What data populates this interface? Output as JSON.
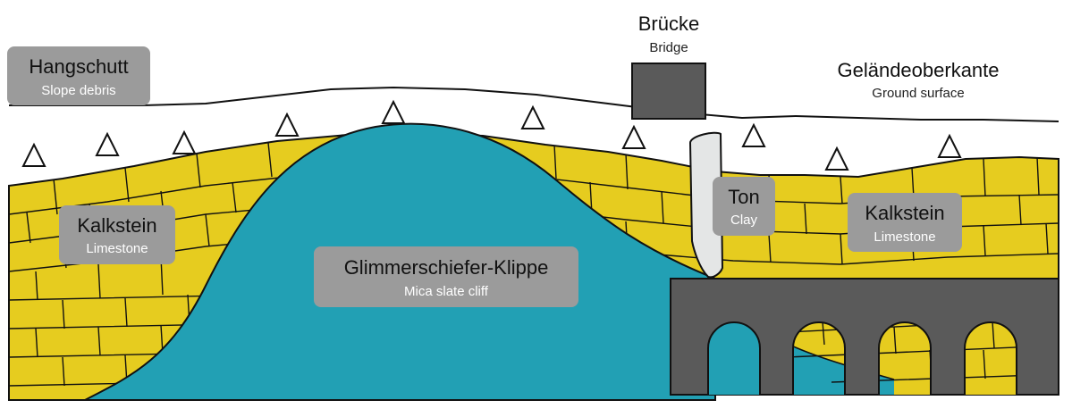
{
  "labels": {
    "hangschutt": {
      "main": "Hangschutt",
      "sub": "Slope debris"
    },
    "bruecke": {
      "main": "Brücke",
      "sub": "Bridge"
    },
    "gelaende": {
      "main": "Geländeoberkante",
      "sub": "Ground surface"
    },
    "kalkstein_left": {
      "main": "Kalkstein",
      "sub": "Limestone"
    },
    "kalkstein_right": {
      "main": "Kalkstein",
      "sub": "Limestone"
    },
    "ton": {
      "main": "Ton",
      "sub": "Clay"
    },
    "klippe": {
      "main": "Glimmerschiefer-Klippe",
      "sub": "Mica slate cliff"
    }
  },
  "colors": {
    "limestone": "#e6cc1f",
    "mica_slate": "#22a0b4",
    "clay": "#e4e6e6",
    "bridge": "#5a5a5a",
    "label_box": "#9b9b9b"
  }
}
